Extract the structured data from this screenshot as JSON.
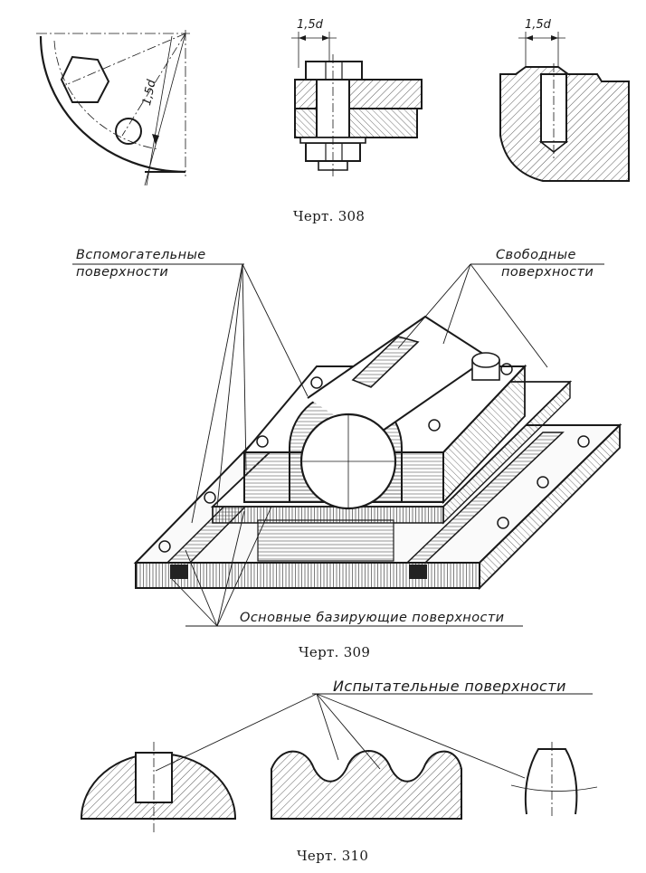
{
  "fig308": {
    "caption": "Черт. 308",
    "dim_a": "1,5d",
    "dim_b": "1,5d",
    "dim_c": "1,5d"
  },
  "fig309": {
    "caption": "Черт. 309",
    "aux_label_1": "Вспомогательные",
    "aux_label_2": "поверхности",
    "free_label_1": "Свободные",
    "free_label_2": "поверхности",
    "base_label": "Основные базирующие поверхности"
  },
  "fig310": {
    "caption": "Черт. 310",
    "test_label": "Испытательные поверхности"
  }
}
